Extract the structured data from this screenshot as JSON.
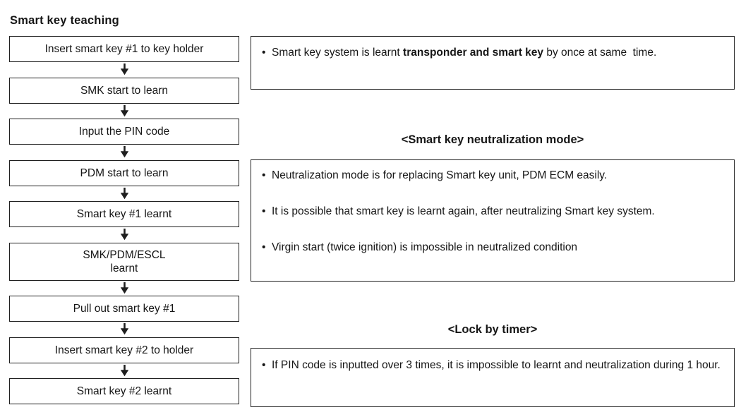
{
  "title": "Smart key teaching",
  "glyphs": {
    "bullet": "•"
  },
  "colors": {
    "background": "#ffffff",
    "border": "#1f1f1f",
    "text": "#161616"
  },
  "flowchart": {
    "arrow_icon": "down-arrow",
    "steps": [
      "Insert smart key #1 to key holder",
      "SMK start to learn",
      "Input the PIN code",
      "PDM start to learn",
      "Smart key #1 learnt",
      "SMK/PDM/ESCL\nlearnt",
      "Pull out smart key #1",
      "Insert smart key #2 to holder",
      "Smart key #2 learnt"
    ]
  },
  "notes": {
    "smart_key": {
      "text_start": "Smart key system is learnt ",
      "text_bold": "transponder and smart key",
      "text_end": " by once at same  time."
    },
    "neutralization": {
      "heading": "<Smart key neutralization mode>",
      "bullets": [
        "Neutralization mode is for replacing Smart key unit, PDM ECM easily.",
        "It is possible that smart key is learnt again, after neutralizing Smart key system.",
        "Virgin start (twice ignition) is impossible in neutralized condition"
      ]
    },
    "lock_by_timer": {
      "heading": "<Lock by timer>",
      "bullets": [
        "If PIN code is inputted over 3 times, it is impossible to learnt and neutralization during 1 hour."
      ]
    }
  }
}
